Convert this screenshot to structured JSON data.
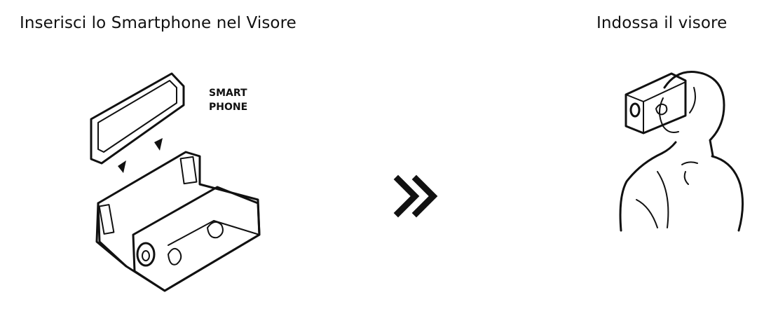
{
  "steps": [
    {
      "title": "Inserisci lo Smartphone nel Visore",
      "illustration_label_line1": "SMART",
      "illustration_label_line2": "PHONE"
    },
    {
      "title": "Indossa il visore"
    }
  ],
  "arrow_icon": "double-chevron-right-icon"
}
